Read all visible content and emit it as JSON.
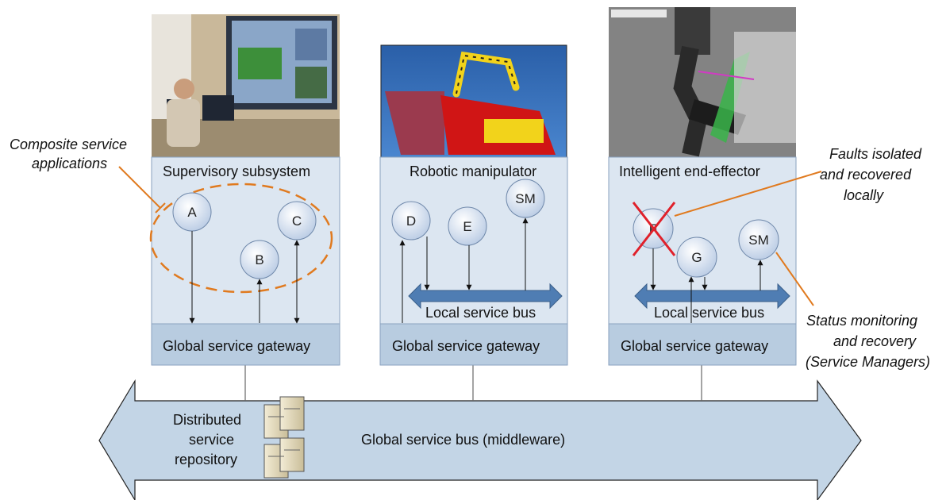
{
  "colors": {
    "panel_fill": "#dce6f1",
    "gateway_fill": "#b8cce0",
    "bus_fill": "#c3d5e6",
    "local_bus": "#4f7db3",
    "annotation_line": "#e07a1f",
    "fault_cross": "#e0202a"
  },
  "subsystems": [
    {
      "title": "Supervisory subsystem",
      "gateway": "Global service gateway",
      "image_icon": "operator-workstation-photo",
      "nodes": [
        "A",
        "B",
        "C"
      ]
    },
    {
      "title": "Robotic manipulator",
      "gateway": "Global service gateway",
      "image_icon": "robot-arm-render",
      "nodes": [
        "D",
        "E",
        "SM"
      ],
      "local_bus": "Local service bus"
    },
    {
      "title": "Intelligent end-effector",
      "gateway": "Global service gateway",
      "image_icon": "end-effector-camera-photo",
      "nodes": [
        "F",
        "G",
        "SM"
      ],
      "local_bus": "Local service bus"
    }
  ],
  "global_bus": {
    "label": "Global service bus (middleware)",
    "repository_line1": "Distributed",
    "repository_line2": "service",
    "repository_line3": "repository",
    "repository_icon": "server-stack-icon"
  },
  "annotations": {
    "composite_line1": "Composite service",
    "composite_line2": "applications",
    "faults_line1": "Faults isolated",
    "faults_line2": "and recovered",
    "faults_line3": "locally",
    "status_line1": "Status monitoring",
    "status_line2": "and recovery",
    "status_line3": "(Service Managers)"
  }
}
